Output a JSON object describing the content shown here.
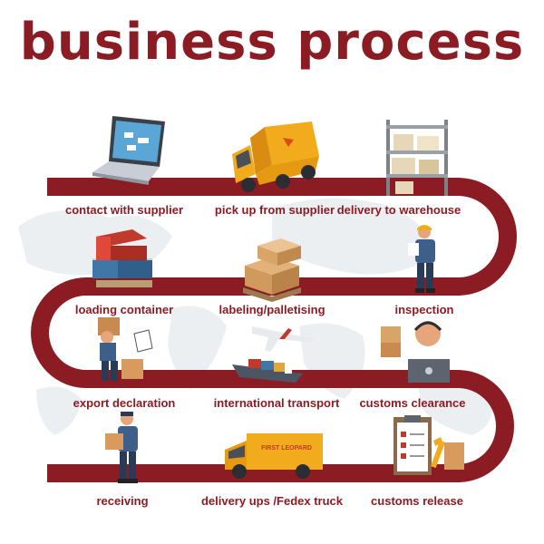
{
  "title": "business process",
  "colors": {
    "path": "#8b1c24",
    "title": "#8b1c24",
    "map": "#e9ecef",
    "box": "#d7a061",
    "truck": "#f3ab1e"
  },
  "steps": [
    {
      "label": "contact with supplier",
      "icon": "laptop-icon"
    },
    {
      "label": "pick up from supplier",
      "icon": "truck-icon"
    },
    {
      "label": "delivery to warehouse",
      "icon": "warehouse-shelf-icon"
    },
    {
      "label": "loading container",
      "icon": "shipping-containers-icon"
    },
    {
      "label": "labeling/palletising",
      "icon": "pallet-boxes-icon"
    },
    {
      "label": "inspection",
      "icon": "inspector-icon"
    },
    {
      "label": "export declaration",
      "icon": "porter-icon"
    },
    {
      "label": "international  transport",
      "icon": "plane-ship-icon"
    },
    {
      "label": "customs clearance",
      "icon": "operator-icon"
    },
    {
      "label": "receiving",
      "icon": "courier-icon"
    },
    {
      "label": "delivery ups /Fedex truck",
      "icon": "delivery-van-icon"
    },
    {
      "label": "customs release",
      "icon": "clipboard-icon"
    }
  ],
  "van_text": "FIRST LEOPARD"
}
